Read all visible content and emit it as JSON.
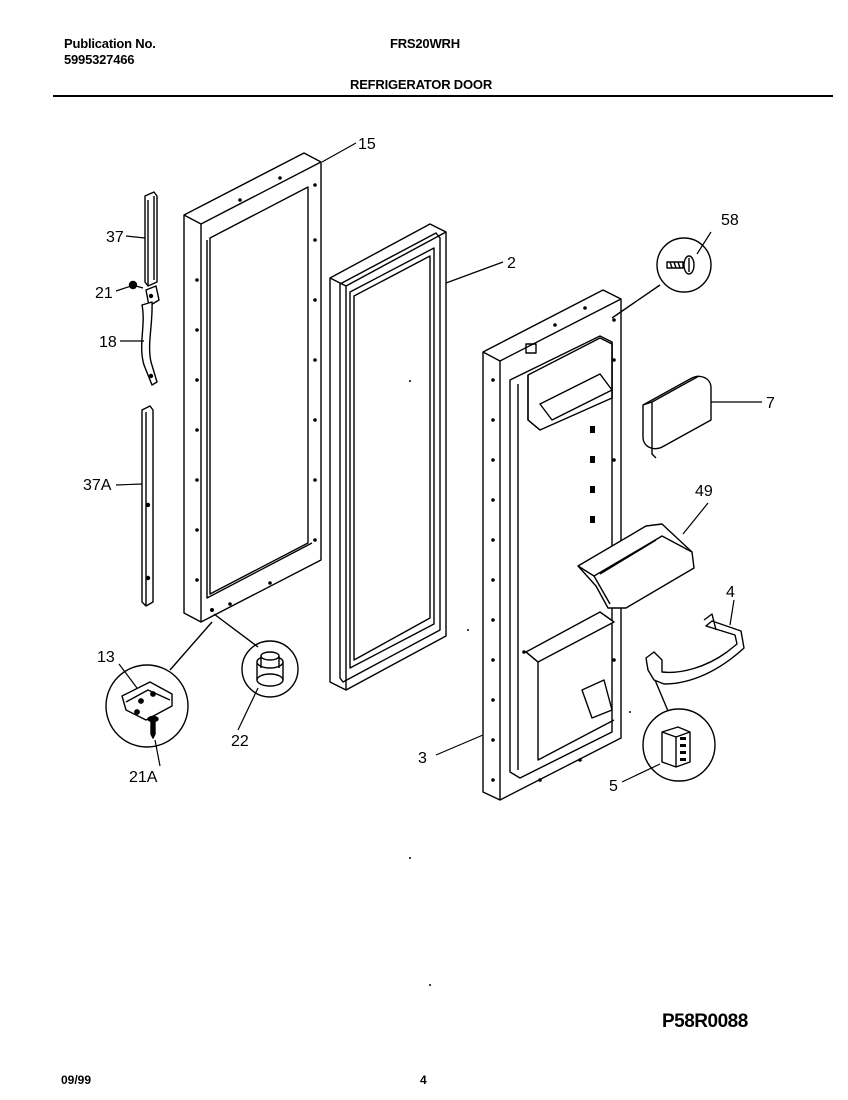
{
  "header": {
    "publication_label": "Publication No.",
    "publication_number": "5995327466",
    "model": "FRS20WRH",
    "section_title": "REFRIGERATOR DOOR"
  },
  "footer": {
    "date": "09/99",
    "page": "4",
    "drawing_code": "P58R0088"
  },
  "callouts": {
    "c15": "15",
    "c37": "37",
    "c21": "21",
    "c18": "18",
    "c37a": "37A",
    "c2": "2",
    "c58": "58",
    "c7": "7",
    "c49": "49",
    "c4": "4",
    "c13": "13",
    "c22": "22",
    "c21a": "21A",
    "c3": "3",
    "c5": "5"
  }
}
